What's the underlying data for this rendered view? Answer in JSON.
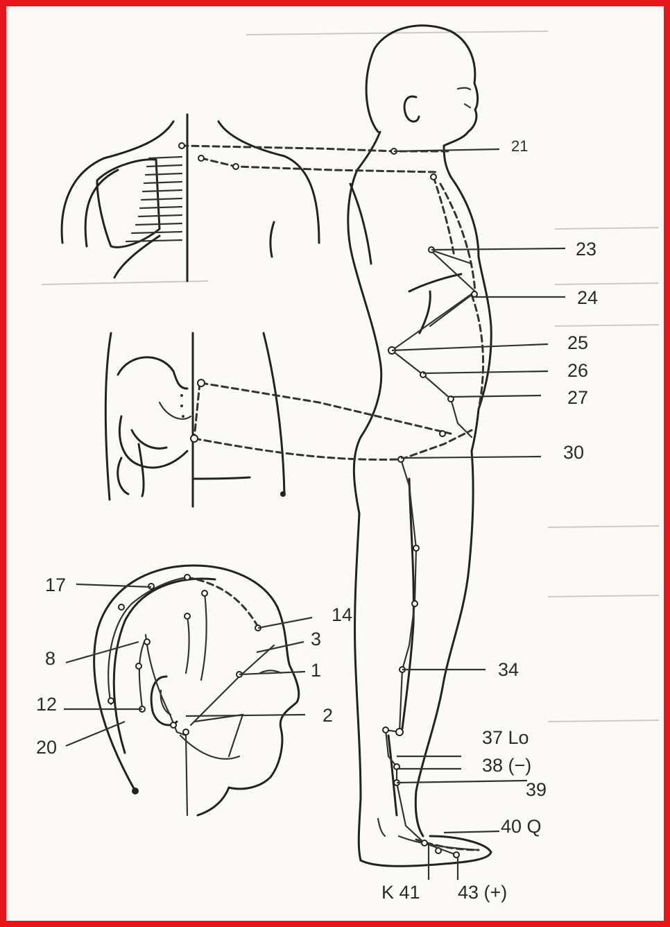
{
  "figure": {
    "border_color": "#e8161b",
    "labels": {
      "p21": "21",
      "p23": "23",
      "p24": "24",
      "p25": "25",
      "p26": "26",
      "p27": "27",
      "p30": "30",
      "p34": "34",
      "p37": "37 Lo",
      "p38": "38 (−)",
      "p39": "39",
      "p40": "40 Q",
      "p41": "K 41",
      "p43": "43 (+)",
      "p17": "17",
      "p14": "14",
      "p3": "3",
      "p8": "8",
      "p1": "1",
      "p12": "12",
      "p2": "2",
      "p20": "20"
    }
  }
}
